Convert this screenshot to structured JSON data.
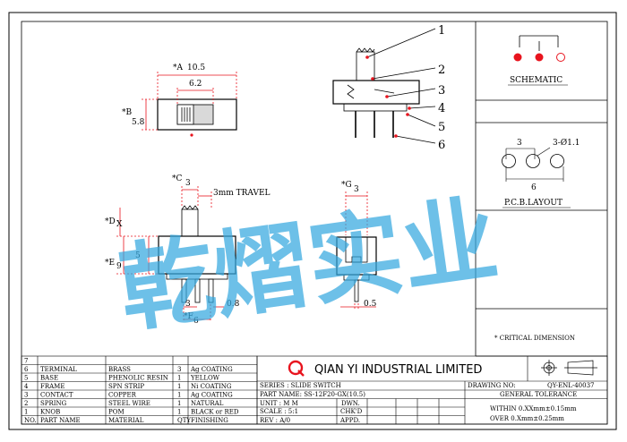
{
  "title_block": {
    "company": "QIAN YI INDUSTRIAL LIMITED",
    "series": "SERIES : SLIDE SWITCH",
    "part_name": "PART NAME: SS-12F20-GX(10.5)",
    "unit": "UNIT : M M",
    "scale": "SCALE : 5:1",
    "rev": "REV   : A/0",
    "drawn": "DWN.",
    "checked": "CHK'D",
    "approved": "APPD.",
    "drawing_no_label": "DRAWING NO:",
    "drawing_no": "QY-ENL-40037",
    "general_tolerance": "GENERAL TOLERANCE",
    "tol_within": "WITHIN 0.XXmm±0.15mm",
    "tol_over": "OVER   0.Xmm±0.25mm",
    "critical_note": "* CRITICAL  DIMENSION"
  },
  "bom": {
    "headers": [
      "NO.",
      "PART NAME",
      "MATERIAL",
      "QTY",
      "FINISHING"
    ],
    "rows": [
      {
        "no": "7",
        "part": "",
        "material": "",
        "qty": "",
        "finish": ""
      },
      {
        "no": "6",
        "part": "TERMINAL",
        "material": "BRASS",
        "qty": "3",
        "finish": "Ag COATING"
      },
      {
        "no": "5",
        "part": "BASE",
        "material": "PHENOLIC RESIN",
        "qty": "1",
        "finish": "YELLOW"
      },
      {
        "no": "4",
        "part": "FRAME",
        "material": "SPN STRIP",
        "qty": "1",
        "finish": "Ni COATING"
      },
      {
        "no": "3",
        "part": "CONTACT",
        "material": "COPPER",
        "qty": "1",
        "finish": "Ag COATING"
      },
      {
        "no": "2",
        "part": "SPRING",
        "material": "STEEL WIRE",
        "qty": "1",
        "finish": "NATURAL"
      },
      {
        "no": "1",
        "part": "KNOB",
        "material": "POM",
        "qty": "1",
        "finish": "BLACK or RED"
      }
    ]
  },
  "panels": {
    "schematic": "SCHEMATIC",
    "pcb_layout": "P.C.B.LAYOUT",
    "pcb_pitch_1": "3",
    "pcb_pitch_2": "6",
    "pcb_hole": "3-Ø1.1"
  },
  "dimensions": {
    "a_label": "*A",
    "a_value": "10.5",
    "width_inner": "6.2",
    "b_label": "*B",
    "b_value": "5.8",
    "c_label": "*C",
    "c_value": "3",
    "travel": "3mm TRAVEL",
    "d_label": "*D",
    "d_value": "X",
    "e_label": "*E",
    "e_value": "9",
    "height_5": "5",
    "pin_pitch": "3",
    "pin_width": "0.8",
    "f_label": "*F",
    "f_value": "6",
    "g_label": "*G",
    "g_value": "3",
    "side_pin": "0.5"
  },
  "callouts": [
    "1",
    "2",
    "3",
    "4",
    "5",
    "6"
  ],
  "watermark": "乾熠实业",
  "colors": {
    "line": "#000000",
    "callout_dot": "#e8141e",
    "watermark": "#35a8df",
    "fill_gray": "#d9d9d9"
  }
}
